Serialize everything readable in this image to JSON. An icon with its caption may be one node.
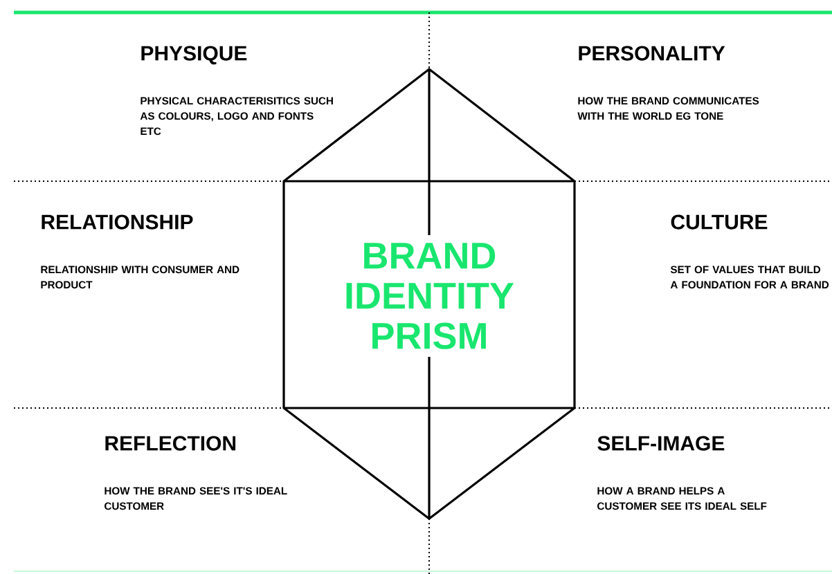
{
  "diagram": {
    "nodes": [
      {
        "text": [
          "BRAND IDENTITY PRISM"
        ]
      }
    ],
    "labels": [
      "PHYSIQUE",
      "PHYSICAL CHARACTERISITICS SUCH AS COLOURS, LOGO AND FONTS ETC",
      "PERSONALITY",
      "HOW THE BRAND COMMUNICATES WITH THE WORLD EG TONE",
      "RELATIONSHIP",
      "RELATIONSHIP WITH CONSUMER AND PRODUCT",
      "CULTURE",
      "SET OF VALUES THAT BUILD A FOUNDATION FOR A BRAND",
      "REFLECTION",
      "HOW THE BRAND SEE'S IT'S IDEAL CUSTOMER",
      "SELF-IMAGE",
      "HOW A BRAND HELPS A CUSTOMER SEE ITS IDEAL SELF"
    ]
  }
}
